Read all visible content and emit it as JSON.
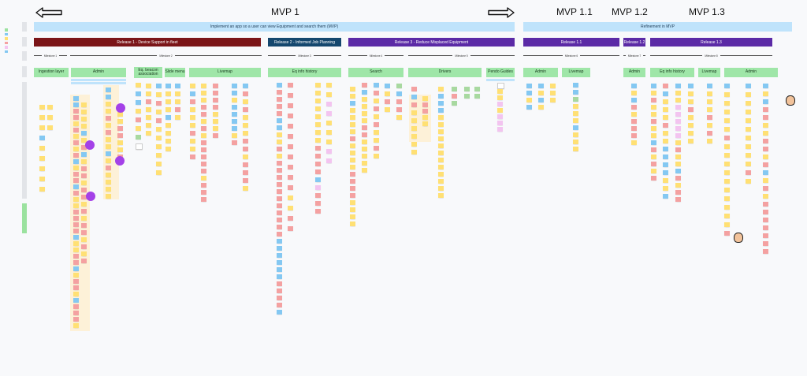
{
  "header": {
    "mvp_main": "MVP 1",
    "mvp_1_1": "MVP 1.1",
    "mvp_1_2": "MVP 1.2",
    "mvp_1_3": "MVP 1.3"
  },
  "banners": {
    "mvp_goal": "Implement an app so a user can view Equipment and search them (MVP)",
    "refinement": "Refinement in MVP"
  },
  "releases": [
    {
      "label": "Release 1 - Device Support in fleet",
      "color": "#7b1518"
    },
    {
      "label": "Release 2 - Informed Job Planning",
      "color": "#14476e"
    },
    {
      "label": "Release 3 - Reduce Misplaced Equipment",
      "color": "#5b2aa6"
    },
    {
      "label": "Release 1.1",
      "color": "#5b2aa6"
    },
    {
      "label": "Release 1.2",
      "color": "#5b2aa6"
    },
    {
      "label": "Release 1.3",
      "color": "#5b2aa6"
    }
  ],
  "milestones": [
    "Milestone 1",
    "Milestone 2",
    "Milestone 3",
    "Milestone 4",
    "Milestone 5",
    "Milestone 6",
    "Milestone 7",
    "Milestone 8"
  ],
  "activities": [
    "Ingestion layer",
    "Admin",
    "Eq. beacon association",
    "Slide menu",
    "Livemap",
    "Eq info history",
    "Search",
    "Drivers",
    "Pendo Guides",
    "Admin",
    "Livemap",
    "Admin",
    "Eq info history",
    "Livemap",
    "Admin"
  ],
  "legend_colors": [
    "#9be29f",
    "#84c8f2",
    "#ffe074",
    "#f4a1a1",
    "#f3c4f0",
    "#84c8f2"
  ]
}
